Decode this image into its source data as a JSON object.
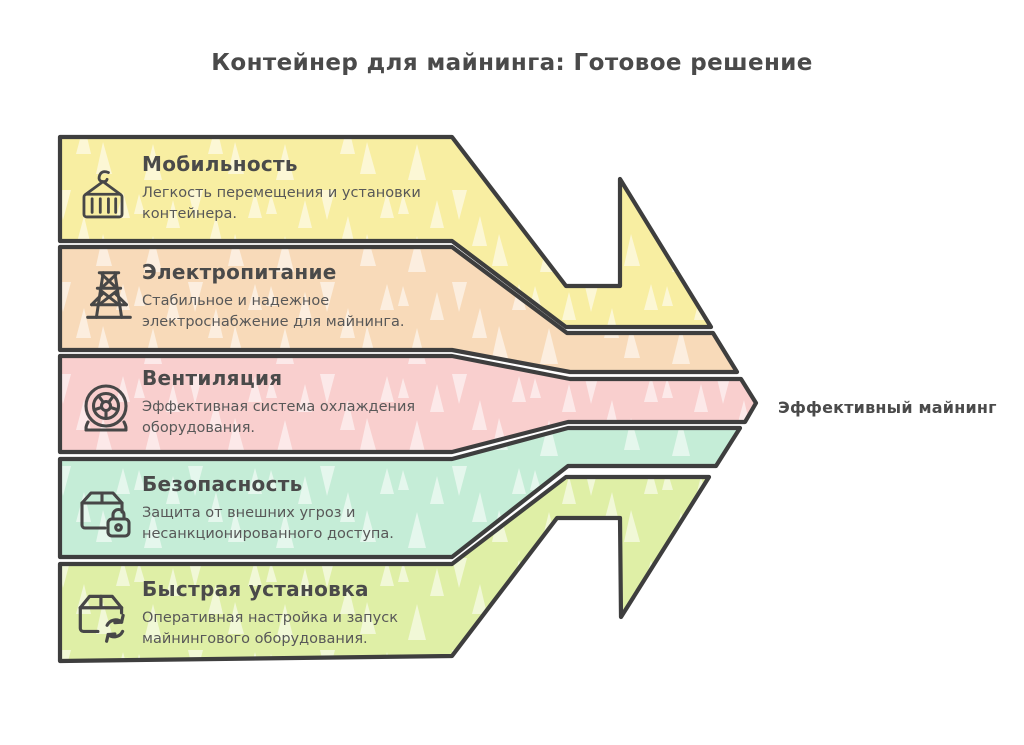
{
  "title": "Контейнер для майнинга: Готовое решение",
  "result": {
    "label": "Эффективный майнинг"
  },
  "bands": [
    {
      "heading": "Мобильность",
      "body": "Легкость перемещения и установки\nконтейнера.",
      "color": "#F8EEA2",
      "icon": "container-crane-icon"
    },
    {
      "heading": "Электропитание",
      "body": "Стабильное и надежное\nэлектроснабжение для майнинга.",
      "color": "#F8DAB9",
      "icon": "power-tower-icon"
    },
    {
      "heading": "Вентиляция",
      "body": "Эффективная система охлаждения\nоборудования.",
      "color": "#F9CFCE",
      "icon": "ventilation-fan-icon"
    },
    {
      "heading": "Безопасность",
      "body": "Защита от внешних угроз и\nнесанкционированного доступа.",
      "color": "#C5EDD7",
      "icon": "secure-package-icon"
    },
    {
      "heading": "Быстрая установка",
      "body": "Оперативная настройка и запуск\nмайнингового оборудования.",
      "color": "#DFEFA6",
      "icon": "quick-install-icon"
    }
  ],
  "style": {
    "outline_color": "#3E3E3E",
    "heading_color": "#4A4A4A",
    "body_color": "#585858",
    "background": "#FFFFFF"
  }
}
